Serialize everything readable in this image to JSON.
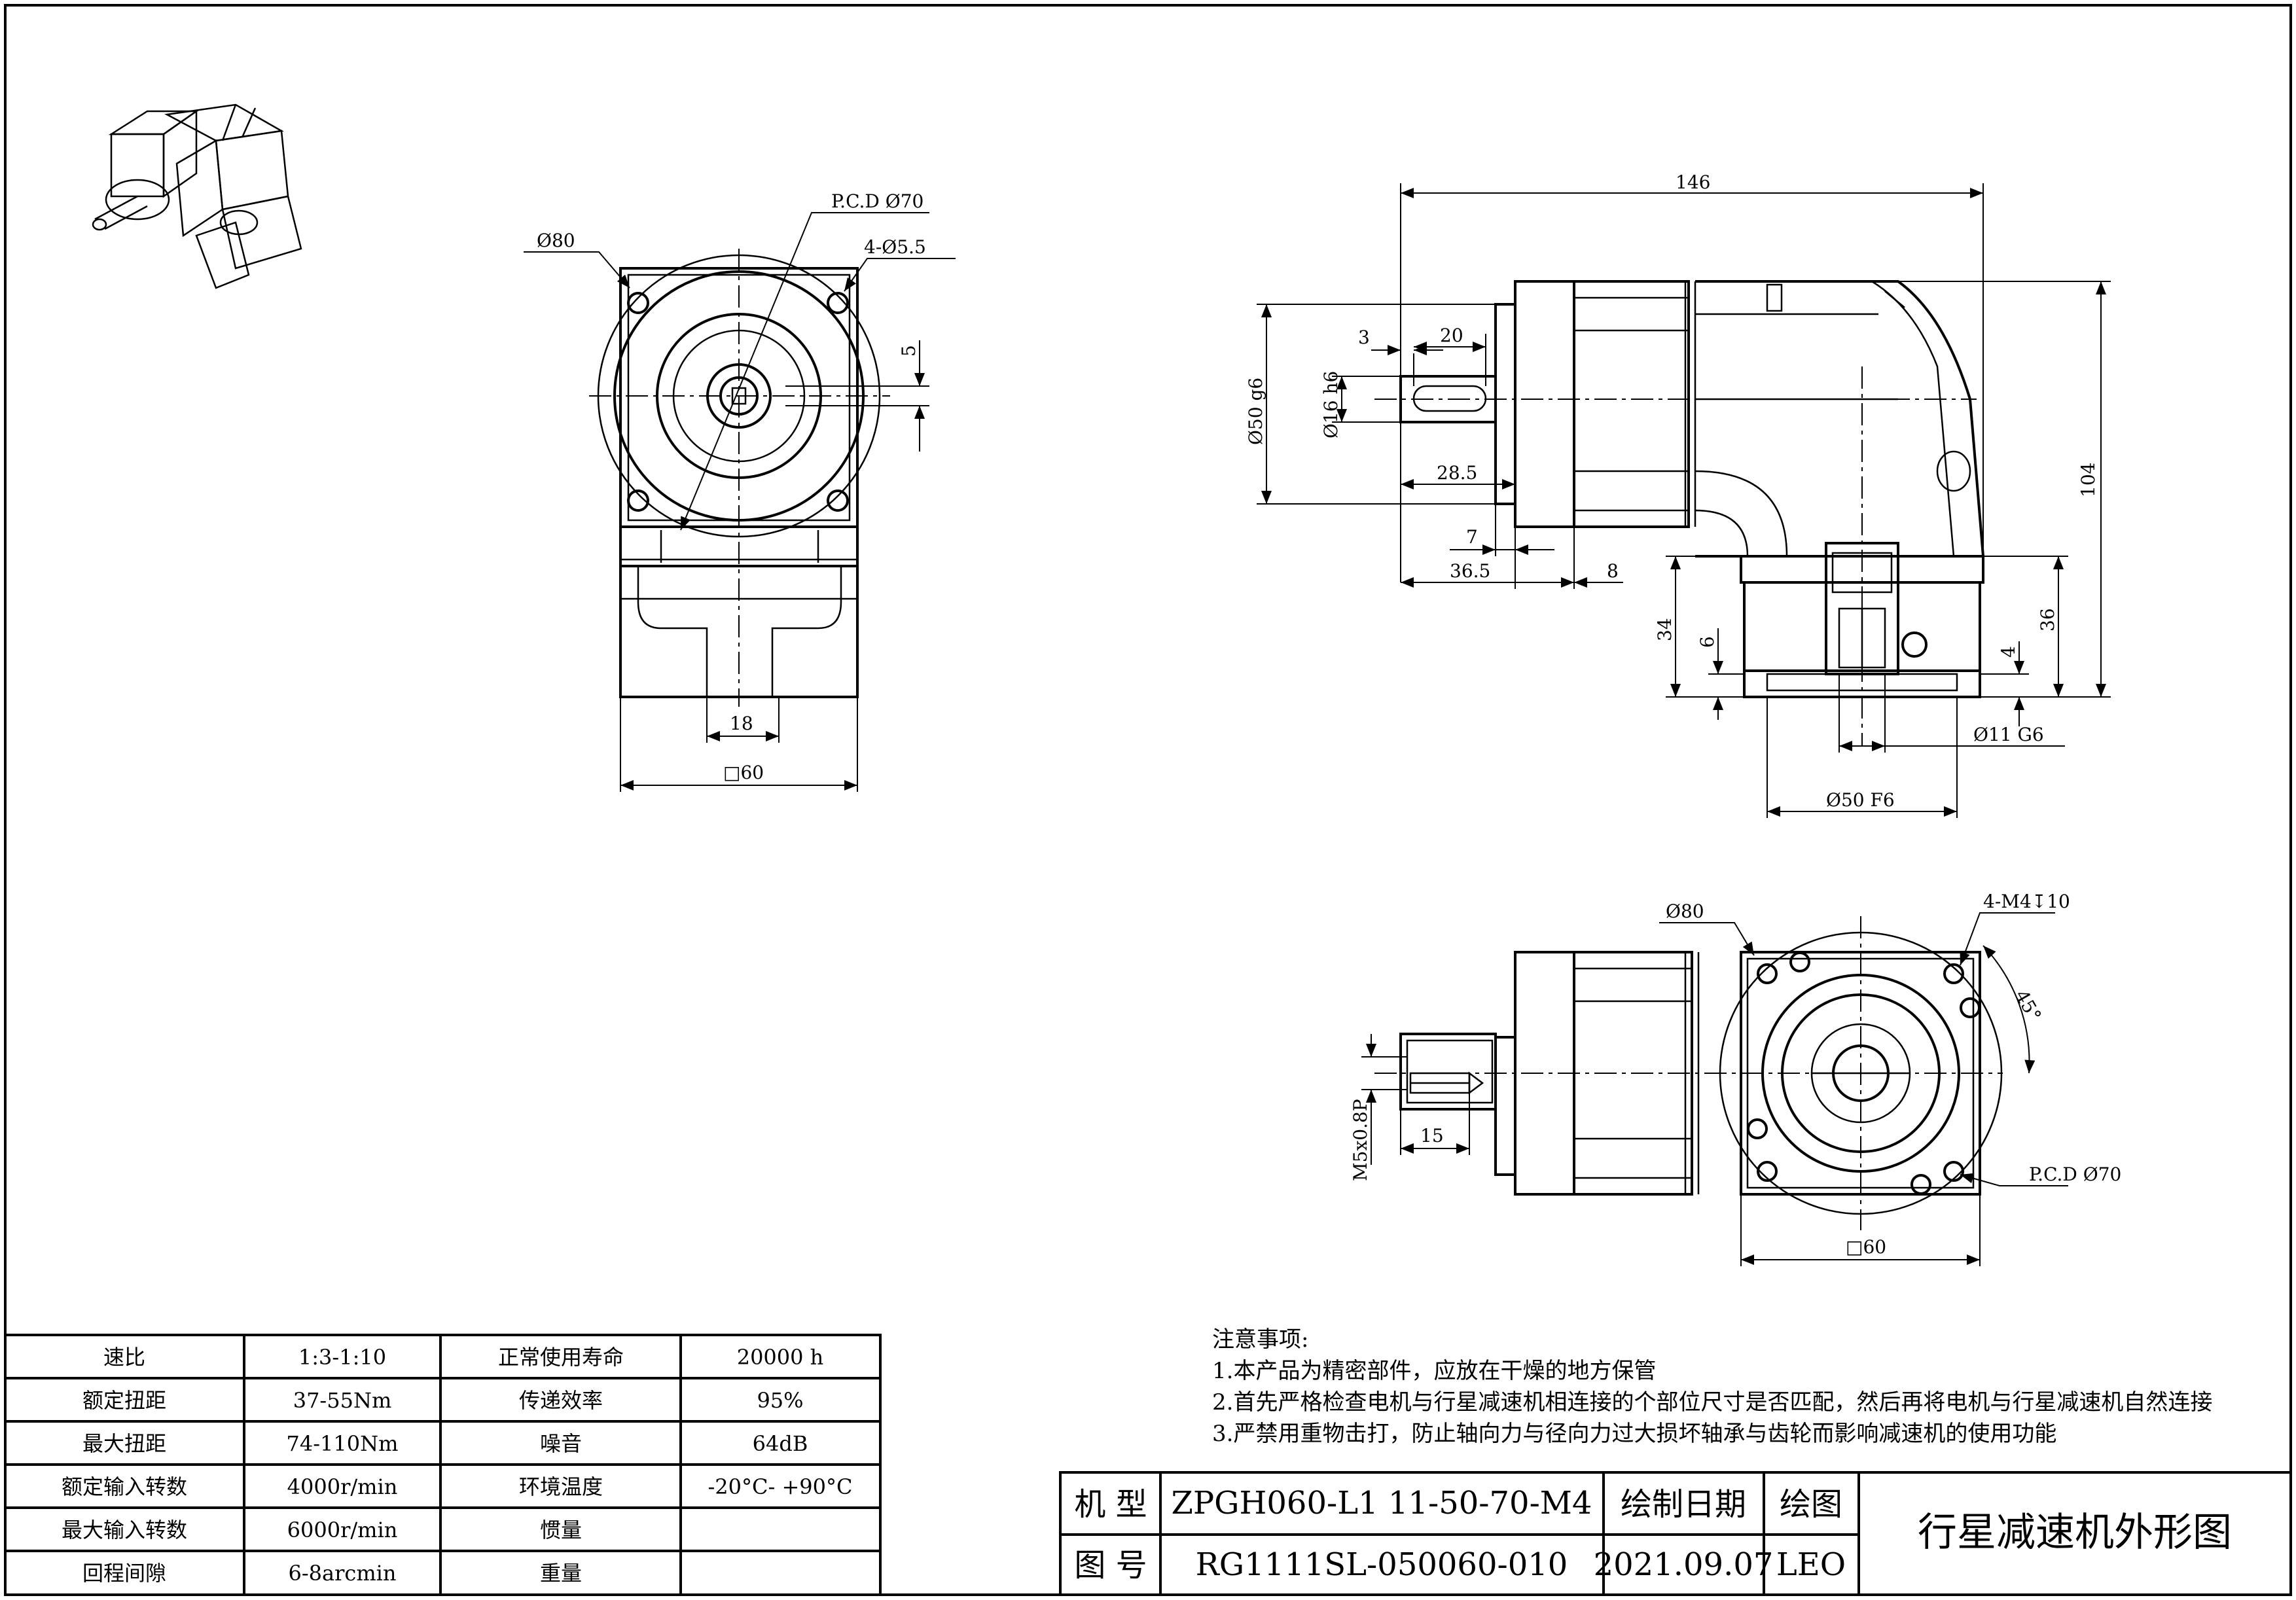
{
  "front_view": {
    "dims": {
      "flange_dia": "Ø80",
      "pcd": "P.C.D Ø70",
      "holes": "4-Ø5.5",
      "key_offset": "5",
      "key_width": "18",
      "square": "□60"
    }
  },
  "side_view": {
    "dims": {
      "overall_length": "146",
      "height": "104",
      "pilot_dia": "Ø50 g6",
      "shaft_dia": "Ø16 h6",
      "d3": "3",
      "d20": "20",
      "d28_5": "28.5",
      "d7": "7",
      "d36_5": "36.5",
      "d8": "8",
      "d34": "34",
      "d6": "6",
      "d4": "4",
      "d36": "36",
      "bore": "Ø11 G6",
      "input_pilot": "Ø50 F6"
    }
  },
  "bottom_view": {
    "dims": {
      "flange_dia": "Ø80",
      "tapped": "4-M4↧10",
      "angle": "45°",
      "thread": "M5x0.8P",
      "d15": "15",
      "pcd": "P.C.D Ø70",
      "square": "□60"
    }
  },
  "spec_table": {
    "rows": [
      {
        "l1": "速比",
        "v1": "1:3-1:10",
        "l2": "正常使用寿命",
        "v2": "20000 h"
      },
      {
        "l1": "额定扭距",
        "v1": "37-55Nm",
        "l2": "传递效率",
        "v2": "95%"
      },
      {
        "l1": "最大扭距",
        "v1": "74-110Nm",
        "l2": "噪音",
        "v2": "64dB"
      },
      {
        "l1": "额定输入转数",
        "v1": "4000r/min",
        "l2": "环境温度",
        "v2": "-20°C- +90°C"
      },
      {
        "l1": "最大输入转数",
        "v1": "6000r/min",
        "l2": "惯量",
        "v2": ""
      },
      {
        "l1": "回程间隙",
        "v1": "6-8arcmin",
        "l2": "重量",
        "v2": ""
      }
    ]
  },
  "notes": {
    "heading": "注意事项:",
    "items": [
      "1.本产品为精密部件，应放在干燥的地方保管",
      "2.首先严格检查电机与行星减速机相连接的个部位尺寸是否匹配，然后再将电机与行星减速机自然连接",
      "3.严禁用重物击打，防止轴向力与径向力过大损坏轴承与齿轮而影响减速机的使用功能"
    ]
  },
  "title_block": {
    "model_label": "机  型",
    "model_value": "ZPGH060-L1 11-50-70-M4",
    "drawn_date_label": "绘制日期",
    "drawn_by_label": "绘图",
    "drawing_title": "行星减速机外形图",
    "drawing_no_label": "图  号",
    "drawing_no_value": "RG1111SL-050060-010",
    "date_value": "2021.09.07",
    "author": "LEO"
  }
}
